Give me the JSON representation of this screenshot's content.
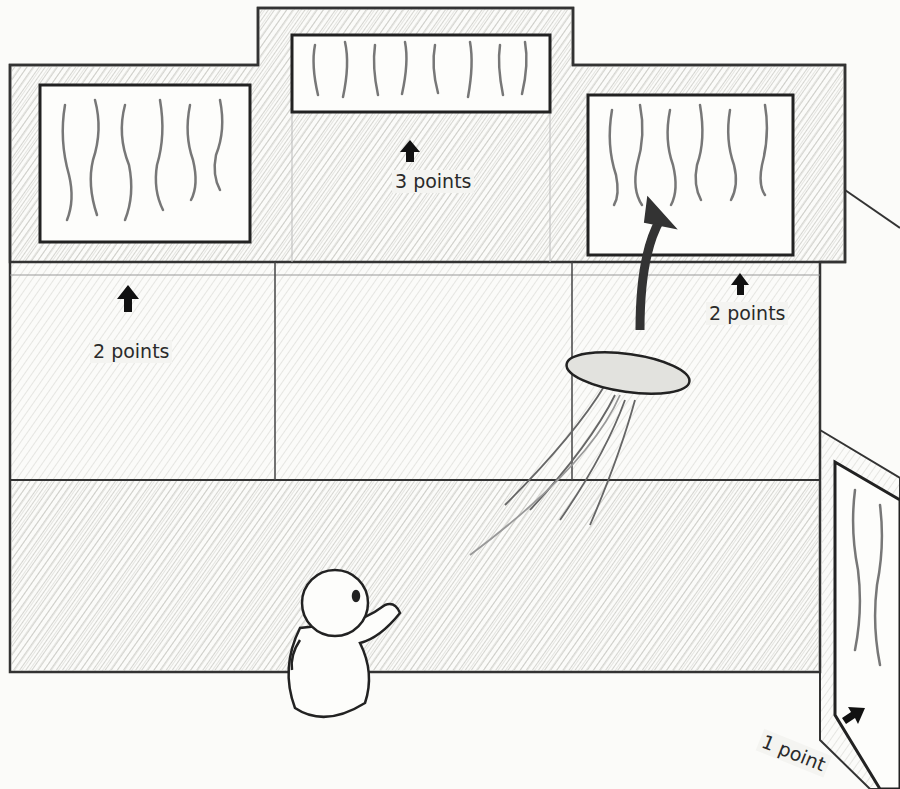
{
  "diagram": {
    "labels": [
      "3 points",
      "2 points",
      "2 points",
      "1 point"
    ]
  }
}
